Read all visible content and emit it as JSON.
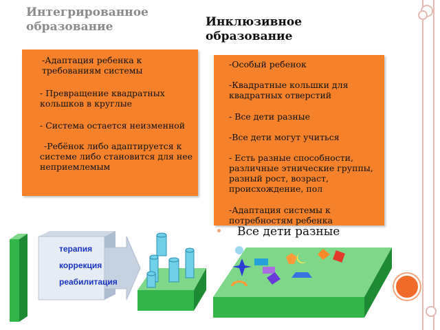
{
  "headings": {
    "left": "Интегрированное образование",
    "right": "Инклюзивное образование"
  },
  "left_box": {
    "items": [
      "-Адаптация ребенка к требованиям системы",
      "- Превращение квадратных кольшков в круглые",
      "- Система остается неизменной",
      "-Ребёнок либо адаптируется к системе либо становится для нее неприемлемым"
    ]
  },
  "right_box": {
    "items": [
      "-Особый ребенок",
      "-Квадратные кольшки для квадратных отверстий",
      "- Все дети разные",
      "-Все дети могут учиться",
      "- Есть разные способности, различные этнические группы, разный рост, возраст, происхождение, пол",
      "-Адаптация системы к потребностям ребенка"
    ]
  },
  "bottom_caption": "Все дети разные",
  "arrow_labels": [
    "терапия",
    "коррекция",
    "реабилитация"
  ],
  "colors": {
    "orange": "#f5822a",
    "green": "#33b54a",
    "label_blue": "#1a33c4"
  }
}
